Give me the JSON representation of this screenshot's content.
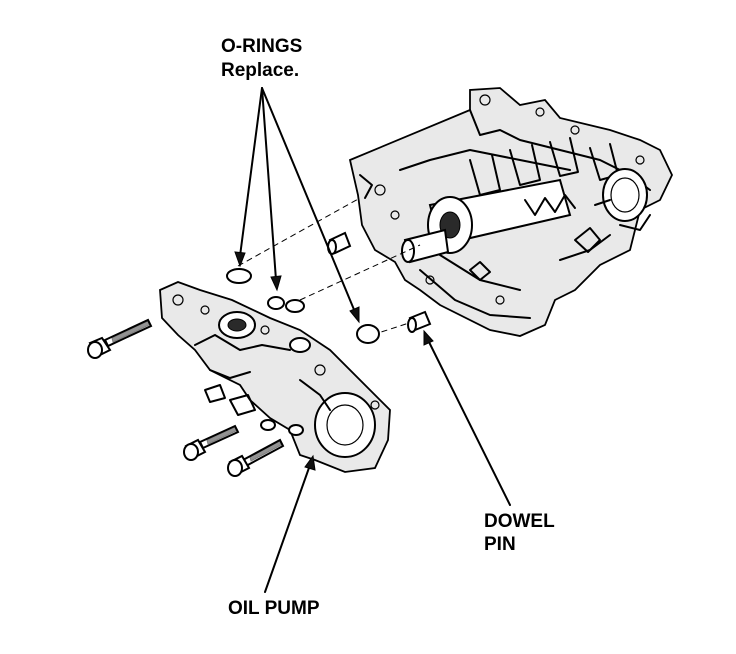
{
  "labels": {
    "o_rings": "O-RINGS",
    "replace": "Replace.",
    "dowel_pin_line1": "DOWEL",
    "dowel_pin_line2": "PIN",
    "oil_pump": "OIL PUMP"
  },
  "colors": {
    "ink": "#000000",
    "background": "#ffffff"
  }
}
